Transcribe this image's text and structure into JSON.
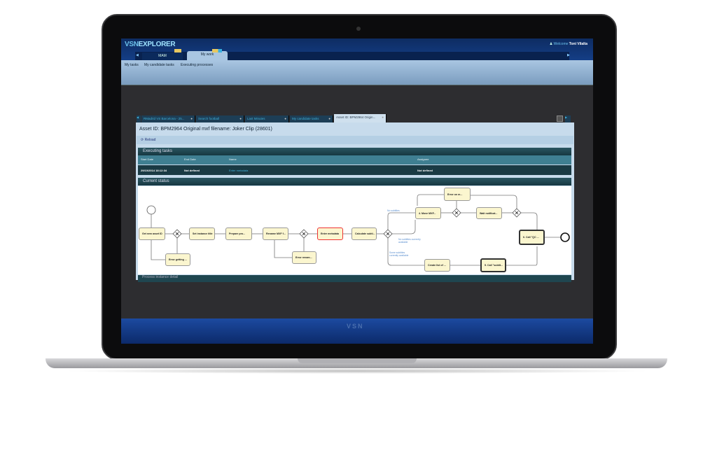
{
  "app": {
    "logo_a": "VSN",
    "logo_b": "EXPLORER",
    "welcome": "Welcome",
    "user": "Toni Vilalta",
    "main_tabs": [
      "MAM",
      "My work"
    ],
    "sub_links": [
      "My tasks",
      "My candidate tasks",
      "Executing processes"
    ]
  },
  "doc_tabs": [
    "RMadrid VS Barcelona - 25...",
    "Search football",
    "Last Minutes",
    "My candidate tasks",
    "Asset ID: BPM2964 Origin..."
  ],
  "asset_title": "Asset ID: BPM2964 Original mxf filename: Joker Clip (28601)",
  "reload": "Reload",
  "executing": {
    "title": "Executing tasks",
    "columns": [
      "Start Date",
      "End Date",
      "Name",
      "Assignee"
    ],
    "rows": [
      [
        "29/10/2014 18:12:34",
        "Not defined",
        "Enter metadata",
        "Not defined"
      ]
    ]
  },
  "status_title": "Current status",
  "detail_title": "Process instance detail",
  "nodes": {
    "get_asset": "Get new asset ID",
    "error_getting": "Error getting ...",
    "set_title": "Set instance title",
    "prepare": "Prepare pro...",
    "rename": "Rename MXF f...",
    "error_rename": "Error renam...",
    "enter_meta": "Enter metadata",
    "calc": "Calculate subti...",
    "move": "4. Move MXF...",
    "error_move": "Error on m...",
    "wait": "Wait notificat...",
    "qc": "6. Call \"QC ...",
    "create": "Create list of ...",
    "call_sub": "5. Call \"subtit..."
  },
  "flow_labels": {
    "no_sub": "No subtitles",
    "no_sub_avail": "No subtitles currently available",
    "some_sub": "Some subtitles currently available"
  },
  "footer_logo": "VSN"
}
